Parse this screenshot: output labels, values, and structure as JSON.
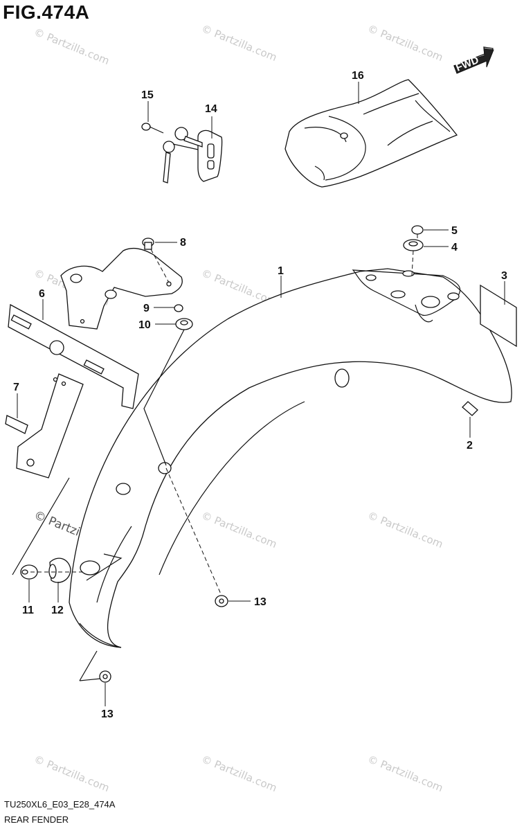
{
  "figure": {
    "title": "FIG.474A",
    "code": "TU250XL6_E03_E28_474A",
    "caption": "REAR FENDER"
  },
  "fwd_label": "FWD",
  "watermark": {
    "text": "© Partzilla.com"
  },
  "callouts": {
    "p1": "1",
    "p2": "2",
    "p3": "3",
    "p4": "4",
    "p5": "5",
    "p6": "6",
    "p7": "7",
    "p8": "8",
    "p9": "9",
    "p10": "10",
    "p11": "11",
    "p12": "12",
    "p13a": "13",
    "p13b": "13",
    "p14": "14",
    "p15": "15",
    "p16": "16"
  }
}
